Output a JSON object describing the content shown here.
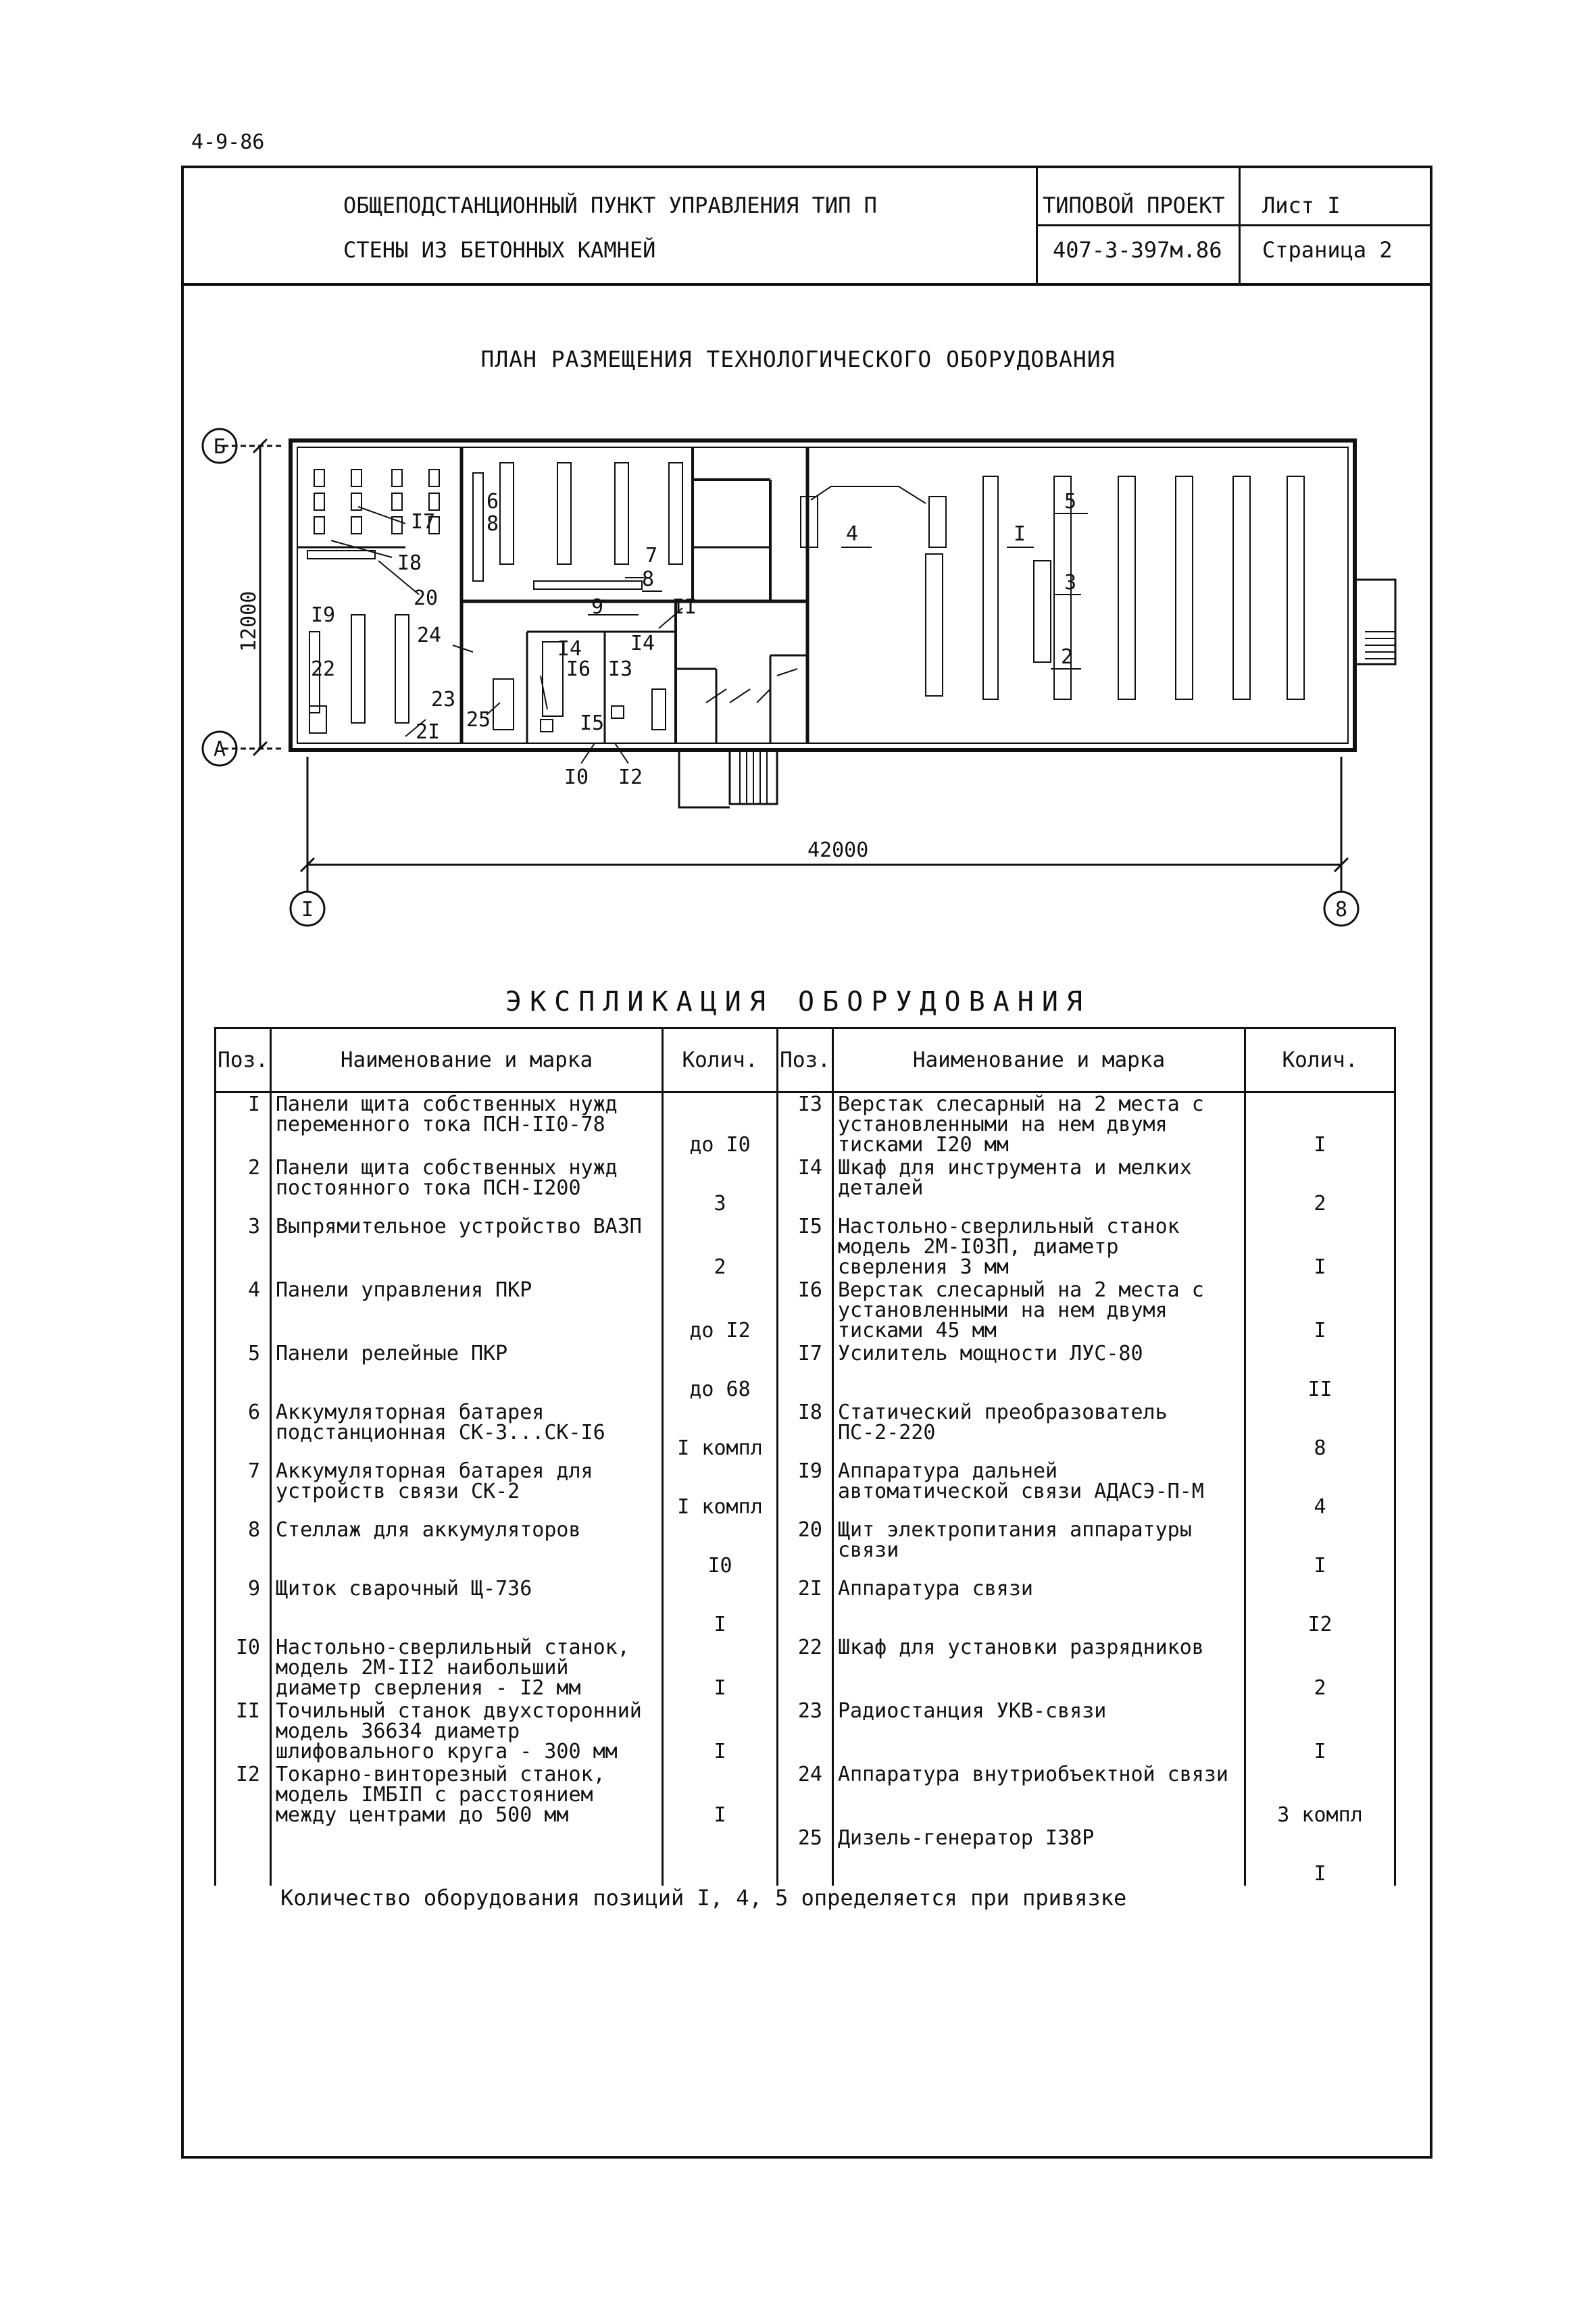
{
  "doc_code": "4-9-86",
  "title_block": {
    "line1": "ОБЩЕПОДСТАНЦИОННЫЙ ПУНКТ УПРАВЛЕНИЯ ТИП П",
    "line2": "СТЕНЫ ИЗ БЕТОННЫХ КАМНЕЙ",
    "project_label": "ТИПОВОЙ ПРОЕКТ",
    "project_number": "407-3-397м.86",
    "sheet_label": "Лист I",
    "page_label": "Страница 2"
  },
  "plan": {
    "title": "ПЛАН РАЗМЕЩЕНИЯ ТЕХНОЛОГИЧЕСКОГО ОБОРУДОВАНИЯ",
    "axis_b": "Б",
    "axis_a": "А",
    "axis_1": "I",
    "axis_8": "8",
    "dim_height": "12000",
    "dim_width": "42000",
    "callouts": [
      "I7",
      "6",
      "8",
      "I8",
      "20",
      "7",
      "8",
      "I9",
      "9",
      "II",
      "24",
      "I4",
      "I4",
      "22",
      "I6",
      "I3",
      "23",
      "25",
      "2I",
      "I5",
      "I0",
      "I2",
      "4",
      "I",
      "5",
      "3",
      "2"
    ]
  },
  "explication": {
    "title": "ЭКСПЛИКАЦИЯ ОБОРУДОВАНИЯ",
    "headers": {
      "pos": "Поз.",
      "name": "Наименование и марка",
      "qty": "Колич."
    },
    "left": [
      {
        "pos": "I",
        "name": "Панели щита собственных нужд переменного тока ПСН-II0-78",
        "qty": "до I0"
      },
      {
        "pos": "2",
        "name": "Панели щита собственных нужд постоянного тока ПСН-I200",
        "qty": "3"
      },
      {
        "pos": "3",
        "name": "Выпрямительное устройство ВАЗП",
        "qty": "2"
      },
      {
        "pos": "4",
        "name": "Панели управления ПКР",
        "qty": "до I2"
      },
      {
        "pos": "5",
        "name": "Панели релейные ПКР",
        "qty": "до 68"
      },
      {
        "pos": "6",
        "name": "Аккумуляторная батарея подстанционная СК-3...СК-I6",
        "qty": "I компл"
      },
      {
        "pos": "7",
        "name": "Аккумуляторная батарея для устройств связи СК-2",
        "qty": "I компл"
      },
      {
        "pos": "8",
        "name": "Стеллаж для аккумуляторов",
        "qty": "I0"
      },
      {
        "pos": "9",
        "name": "Щиток сварочный Щ-736",
        "qty": "I"
      },
      {
        "pos": "I0",
        "name": "Настольно-сверлильный станок, модель 2М-II2 наибольший диаметр сверления - I2 мм",
        "qty": "I"
      },
      {
        "pos": "II",
        "name": "Точильный станок двухсторонний модель 36634 диаметр шлифовального круга - 300 мм",
        "qty": "I"
      },
      {
        "pos": "I2",
        "name": "Токарно-винторезный станок, модель IМБIП с расстоянием между центрами до 500 мм",
        "qty": "I"
      }
    ],
    "right": [
      {
        "pos": "I3",
        "name": "Верстак слесарный на 2 места с установленными на нем двумя тисками I20 мм",
        "qty": "I"
      },
      {
        "pos": "I4",
        "name": "Шкаф для инструмента и мелких деталей",
        "qty": "2"
      },
      {
        "pos": "I5",
        "name": "Настольно-сверлильный станок модель 2М-I03П, диаметр сверления 3 мм",
        "qty": "I"
      },
      {
        "pos": "I6",
        "name": "Верстак слесарный на 2 места с установленными на нем двумя тисками 45 мм",
        "qty": "I"
      },
      {
        "pos": "I7",
        "name": "Усилитель мощности ЛУС-80",
        "qty": "II"
      },
      {
        "pos": "I8",
        "name": "Статический преобразователь ПС-2-220",
        "qty": "8"
      },
      {
        "pos": "I9",
        "name": "Аппаратура дальней автоматической связи АДАСЭ-П-М",
        "qty": "4"
      },
      {
        "pos": "20",
        "name": "Щит электропитания аппаратуры связи",
        "qty": "I"
      },
      {
        "pos": "2I",
        "name": "Аппаратура связи",
        "qty": "I2"
      },
      {
        "pos": "22",
        "name": "Шкаф для установки разрядников",
        "qty": "2"
      },
      {
        "pos": "23",
        "name": "Радиостанция УКВ-связи",
        "qty": "I"
      },
      {
        "pos": "24",
        "name": "Аппаратура внутриобъектной связи",
        "qty": "3 компл"
      },
      {
        "pos": "25",
        "name": "Дизель-генератор I38Р",
        "qty": "I"
      }
    ]
  },
  "note": "Количество оборудования позиций I, 4, 5 определяется при привязке"
}
